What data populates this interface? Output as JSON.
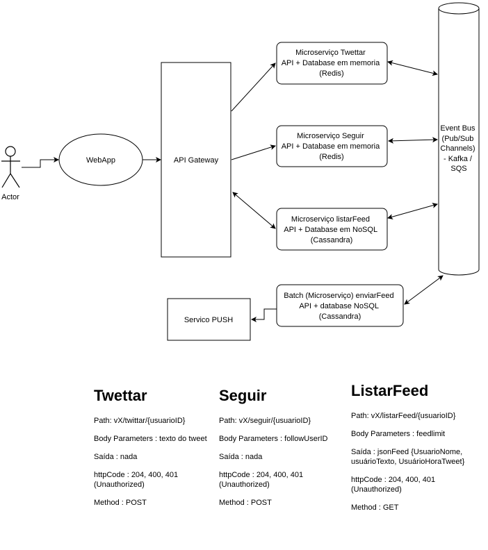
{
  "actor": {
    "label": "Actor"
  },
  "webapp": {
    "label": "WebApp"
  },
  "gateway": {
    "label": "API Gateway"
  },
  "services": {
    "twettar": {
      "lines": [
        "Microserviço Twettar",
        "API + Database em memoria",
        "(Redis)"
      ]
    },
    "seguir": {
      "lines": [
        "Microserviço Seguir",
        "API + Database em memoria",
        "(Redis)"
      ]
    },
    "listarfeed": {
      "lines": [
        "Microserviço listarFeed",
        "API + Database em NoSQL",
        "(Cassandra)"
      ]
    },
    "batch": {
      "lines": [
        "Batch (Microserviço) enviarFeed",
        "API + database NoSQL",
        "(Cassandra)"
      ]
    },
    "push": {
      "label": "Servico PUSH"
    }
  },
  "event_bus": {
    "lines": [
      "Event Bus",
      "(Pub/Sub",
      "Channels)",
      "- Kafka /",
      "SQS"
    ]
  },
  "specs": {
    "twettar": {
      "title": "Twettar",
      "path": "Path: vX/twittar/{usuarioID}",
      "body": "Body Parameters : texto do tweet",
      "saida": "Saída : nada",
      "httpcode": "httpCode : 204, 400, 401 (Unauthorized)",
      "method": "Method : POST"
    },
    "seguir": {
      "title": "Seguir",
      "path": "Path: vX/seguir/{usuarioID}",
      "body": "Body Parameters : followUserID",
      "saida": "Saída : nada",
      "httpcode": "httpCode : 204, 400, 401 (Unauthorized)",
      "method": "Method : POST"
    },
    "listarfeed": {
      "title": "ListarFeed",
      "path": "Path: vX/listarFeed/{usuarioID}",
      "body": "Body Parameters : feedlimit",
      "saida": "Saída : jsonFeed {UsuarioNome, usuárioTexto, UsuárioHoraTweet}",
      "httpcode": "httpCode : 204, 400, 401 (Unauthorized)",
      "method": "Method : GET"
    }
  }
}
